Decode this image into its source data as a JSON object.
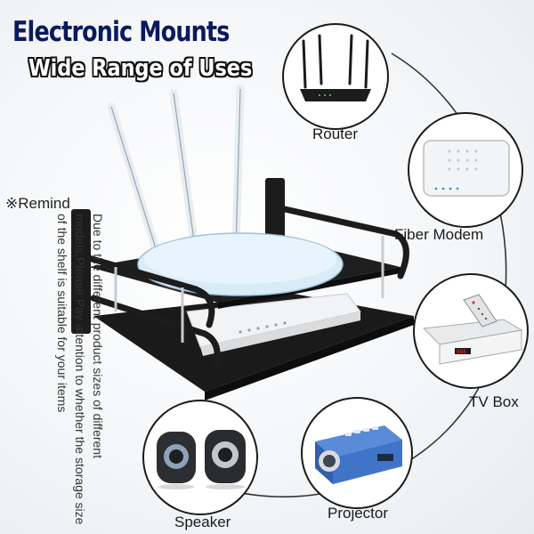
{
  "header": {
    "title": "Electronic Mounts",
    "subtitle": "Wide Range of Uses"
  },
  "remind": {
    "title": "※Remind",
    "text": "Due to the different product sizes of different models,Please Pay attention to whether the storage size of the shelf is suitable for your items"
  },
  "uses": [
    {
      "label": "Router",
      "icon": "router-icon"
    },
    {
      "label": "Fiber Modem",
      "icon": "fiber-modem-icon"
    },
    {
      "label": "TV Box",
      "icon": "tv-box-icon"
    },
    {
      "label": "Projector",
      "icon": "projector-icon"
    },
    {
      "label": "Speaker",
      "icon": "speaker-icon"
    }
  ],
  "colors": {
    "title": "#0b1a5c",
    "shelf": "#1c1c1c",
    "projector": "#3f74c9"
  }
}
